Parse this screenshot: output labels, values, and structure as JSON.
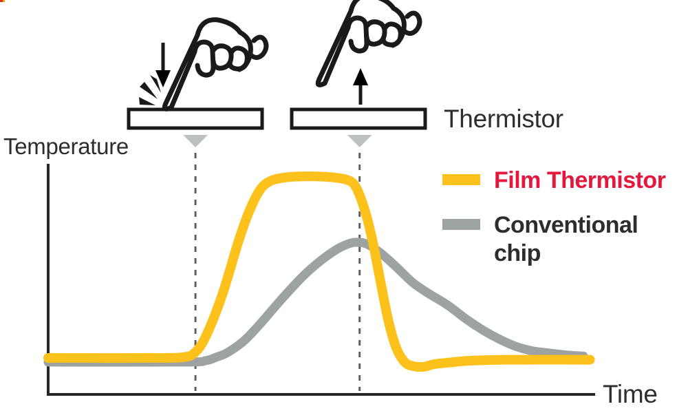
{
  "labels": {
    "thermistor": "Thermistor"
  },
  "corner_mark": {
    "red": "#D4311E",
    "orange": "#F7A600"
  },
  "colors": {
    "axis": "#262626",
    "text": "#2D2D2D",
    "dashed_line": "#5E6060",
    "marker_triangle": "#BDC0C0",
    "hand_outline": "#1A1A1A",
    "bar_outline": "#1A1A1A",
    "bar_fill": "#FFFFFF"
  },
  "chart_data": {
    "type": "line",
    "xlabel": "Time",
    "ylabel": "Temperature",
    "x_range": [
      0,
      100
    ],
    "y_range": [
      -10,
      115
    ],
    "ticks": "none",
    "grid": false,
    "legend_position": "right",
    "annotations": {
      "touch": {
        "x": 27.1,
        "marker": "down-triangle-with-dashed-line",
        "icon": "finger pressing thermistor"
      },
      "release": {
        "x": 57.3,
        "marker": "down-triangle-with-dashed-line",
        "icon": "finger releasing thermistor"
      }
    },
    "series": [
      {
        "name": "Film Thermistor",
        "color": "#FCC21B",
        "label_color": "#E5173C",
        "points": [
          [
            0,
            0
          ],
          [
            20,
            0
          ],
          [
            25,
            0.5
          ],
          [
            27,
            3
          ],
          [
            29,
            12
          ],
          [
            32,
            35
          ],
          [
            35,
            65
          ],
          [
            37,
            82
          ],
          [
            39,
            94
          ],
          [
            41,
            99
          ],
          [
            44,
            101
          ],
          [
            48,
            101.5
          ],
          [
            52,
            101
          ],
          [
            55,
            99.5
          ],
          [
            56.5,
            96
          ],
          [
            58,
            85
          ],
          [
            59.5,
            68
          ],
          [
            61,
            45
          ],
          [
            62.5,
            22
          ],
          [
            64,
            6
          ],
          [
            65.5,
            -2
          ],
          [
            67,
            -4.5
          ],
          [
            69,
            -5
          ],
          [
            71,
            -3.5
          ],
          [
            74,
            -2.5
          ],
          [
            78,
            -1.5
          ],
          [
            85,
            -1
          ],
          [
            99.7,
            -1
          ]
        ]
      },
      {
        "name": "Conventional chip",
        "color": "#9DA2A2",
        "label_color": "#2D2D2D",
        "points": [
          [
            0,
            -2.3
          ],
          [
            25,
            -2.3
          ],
          [
            29,
            -1.5
          ],
          [
            31,
            0.5
          ],
          [
            33,
            3
          ],
          [
            36,
            9.5
          ],
          [
            39,
            19
          ],
          [
            43,
            33
          ],
          [
            47,
            46
          ],
          [
            50,
            54
          ],
          [
            53,
            60.5
          ],
          [
            55,
            63.5
          ],
          [
            56.5,
            64.6
          ],
          [
            58.5,
            63.8
          ],
          [
            61,
            59
          ],
          [
            64,
            51
          ],
          [
            67,
            42.3
          ],
          [
            70,
            36
          ],
          [
            73.5,
            29.5
          ],
          [
            77,
            21.5
          ],
          [
            80,
            15.5
          ],
          [
            83,
            10.5
          ],
          [
            86,
            6.5
          ],
          [
            89,
            4
          ],
          [
            92.5,
            2.6
          ],
          [
            95.5,
            1.6
          ],
          [
            98.5,
            1
          ]
        ]
      }
    ]
  }
}
